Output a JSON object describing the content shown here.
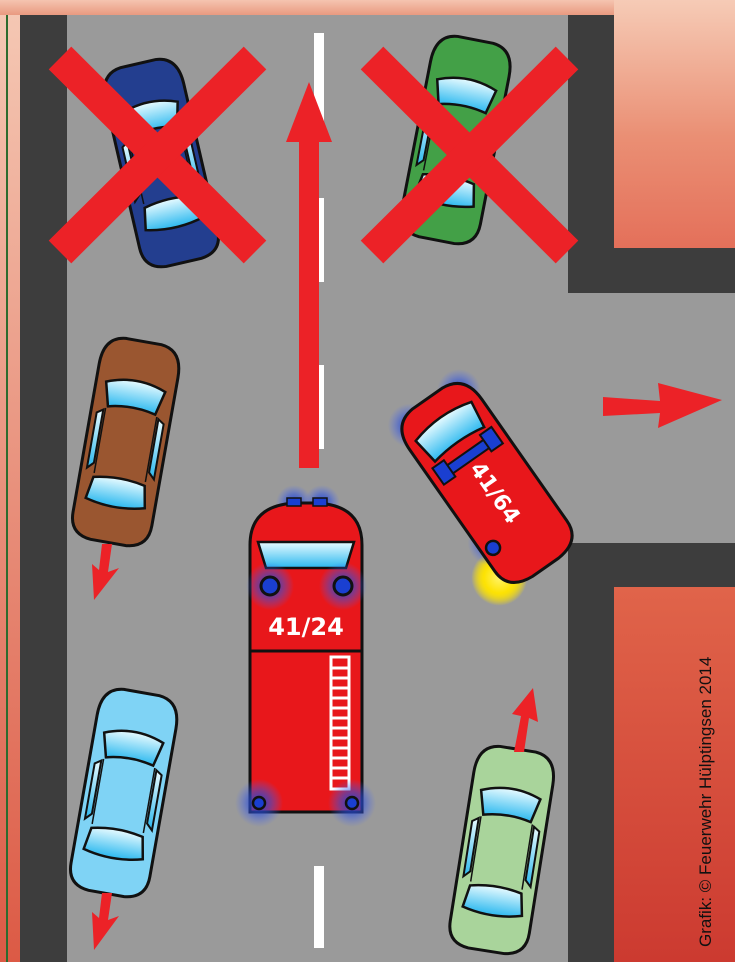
{
  "vehicles": {
    "truck_label": "41/24",
    "car_label": "41/64"
  },
  "credit": "Grafik: © Feuerwehr Hülptingsen 2014",
  "colors": {
    "road": "#9a9a9a",
    "sidewalk": "#3d3d3d",
    "arrow": "#ec2227",
    "fire_red": "#e8171b",
    "blue_light": "#1a3fd1",
    "yellow_light": "#ffe400"
  },
  "cars": [
    {
      "id": "dark-blue-car",
      "color": "#233e8f",
      "crossed": true
    },
    {
      "id": "green-car",
      "color": "#43a047",
      "crossed": true
    },
    {
      "id": "brown-car",
      "color": "#9a5630",
      "crossed": false
    },
    {
      "id": "light-blue-car",
      "color": "#7fd3f5",
      "crossed": false
    },
    {
      "id": "light-green-car",
      "color": "#a9d49b",
      "crossed": false
    }
  ]
}
